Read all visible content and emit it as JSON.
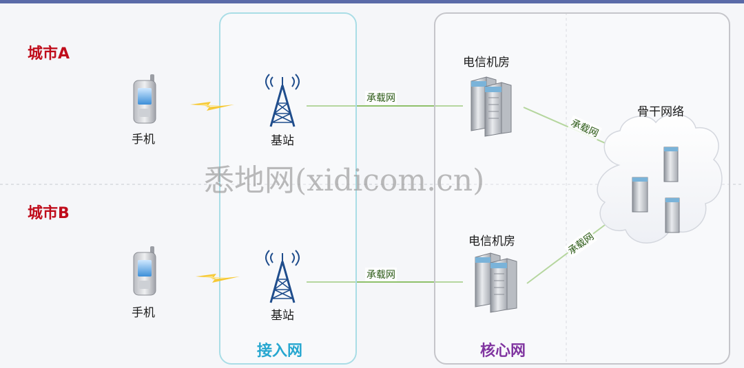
{
  "cities": {
    "a": "城市A",
    "b": "城市B"
  },
  "phone_label": "手机",
  "station_label": "基站",
  "datacenter_label": "电信机房",
  "backbone_label": "骨干网络",
  "bearer_label": "承载网",
  "zones": {
    "access": "接入网",
    "core": "核心网"
  },
  "watermark": "悉地网(xidicom.cn)",
  "colors": {
    "city": "#c00d1c",
    "access_zone": "#27a7d0",
    "core_zone": "#8035a0",
    "link": "#8ec06a",
    "spark": "#f6c420"
  }
}
